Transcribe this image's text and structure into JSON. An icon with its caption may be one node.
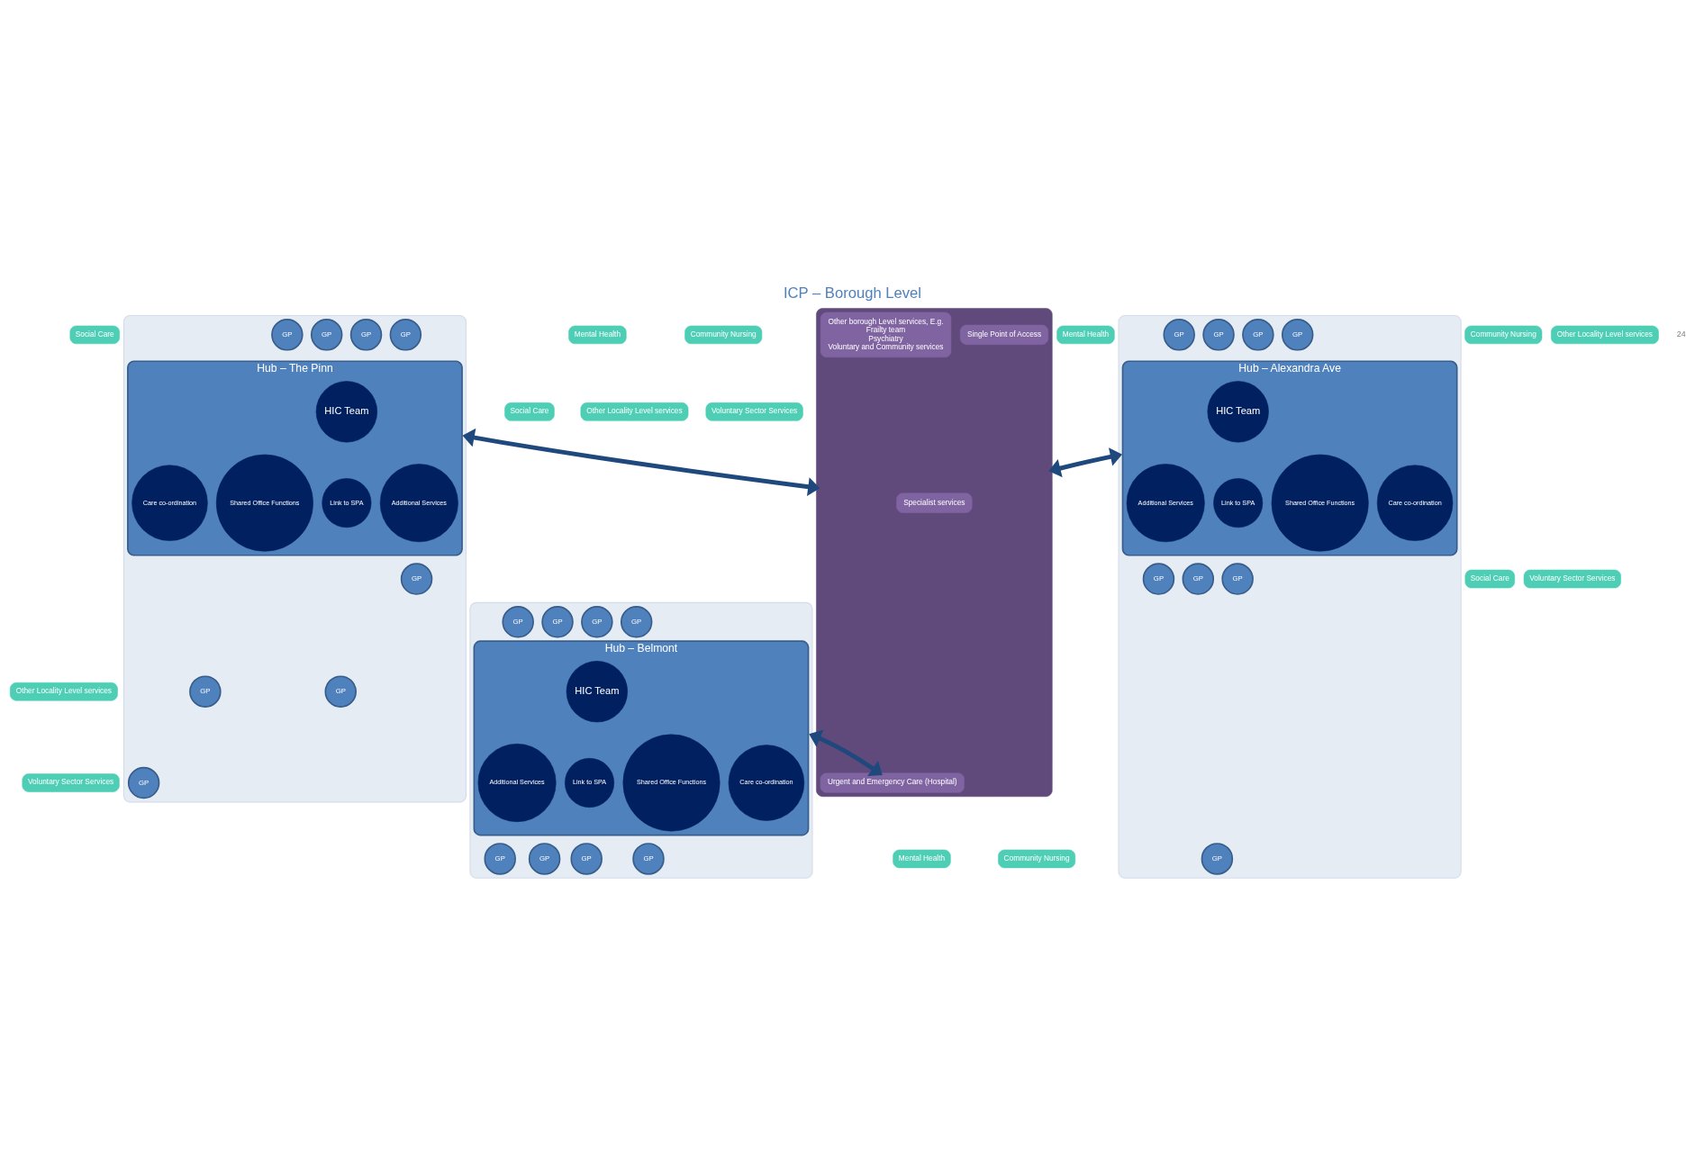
{
  "diagram": {
    "title": "ICP – Borough Level",
    "nodes": [
      {
        "text": [],
        "shape": "ellipse"
      },
      {
        "text": [
          "Hub – The Pinn"
        ],
        "in": 0
      },
      {
        "text": [
          "HIC Team"
        ],
        "in": 1
      },
      {
        "text": [
          "Care co-ordination"
        ],
        "in": 1
      },
      {
        "text": [
          "Additional Services"
        ],
        "in": 1
      },
      {
        "text": [
          "Link to SPA"
        ],
        "in": 1
      },
      {
        "text": [
          "Shared Office Functions"
        ],
        "in": 1
      },
      {
        "text": [
          "GP"
        ],
        "in": 0
      },
      {
        "text": [
          "GP"
        ],
        "in": 0
      },
      {
        "text": [
          "GP"
        ],
        "in": 0
      },
      {
        "text": [
          "GP"
        ],
        "in": 0
      },
      {
        "text": [
          "GP"
        ],
        "in": 0
      },
      {
        "text": [
          "GP"
        ],
        "in": 0
      },
      {
        "text": [
          "GP"
        ],
        "in": 0
      },
      {
        "text": [
          "GP"
        ],
        "in": 0
      },
      {
        "text": [
          "Community Nursing"
        ]
      },
      {
        "text": [
          "Mental Health"
        ]
      },
      {
        "text": [
          "Social Care"
        ]
      },
      {
        "text": [
          "Other Locality Level services"
        ]
      },
      {
        "text": [
          "Voluntary Sector Services"
        ]
      },
      {
        "text": [],
        "shape": "ellipse"
      },
      {
        "text": [
          "Hub – Alexandra Ave"
        ],
        "in": 20
      },
      {
        "text": [
          "HIC Team"
        ],
        "in": 21
      },
      {
        "text": [
          "Care co-ordination"
        ],
        "in": 21
      },
      {
        "text": [
          "Additional Services"
        ],
        "in": 21
      },
      {
        "text": [
          "Link to SPA"
        ],
        "in": 21
      },
      {
        "text": [
          "Shared Office Functions"
        ],
        "in": 21
      },
      {
        "text": [
          "GP"
        ],
        "in": 20
      },
      {
        "text": [
          "GP"
        ],
        "in": 20
      },
      {
        "text": [
          "GP"
        ],
        "in": 20
      },
      {
        "text": [
          "GP"
        ],
        "in": 20
      },
      {
        "text": [
          "GP"
        ],
        "in": 20
      },
      {
        "text": [
          "GP"
        ],
        "in": 20
      },
      {
        "text": [
          "GP"
        ],
        "in": 20
      },
      {
        "text": [
          "GP"
        ],
        "in": 20
      },
      {
        "text": [
          "Other Locality Level services"
        ]
      },
      {
        "text": [
          "Community Nursing"
        ]
      },
      {
        "text": [
          "Mental Health"
        ]
      },
      {
        "text": [
          "Social Care"
        ]
      },
      {
        "text": [
          "Voluntary Sector Services"
        ]
      },
      {
        "text": [],
        "shape": "ellipse"
      },
      {
        "text": [
          "Hub – Belmont"
        ],
        "in": 40
      },
      {
        "text": [
          "HIC Team"
        ],
        "in": 41
      },
      {
        "text": [
          "Care co-ordination"
        ],
        "in": 41
      },
      {
        "text": [
          "Additional Services"
        ],
        "in": 41
      },
      {
        "text": [
          "Link to SPA"
        ],
        "in": 41
      },
      {
        "text": [
          "Shared Office Functions"
        ],
        "in": 41
      },
      {
        "text": [
          "GP"
        ],
        "in": 40
      },
      {
        "text": [
          "GP"
        ],
        "in": 40
      },
      {
        "text": [
          "GP"
        ],
        "in": 40
      },
      {
        "text": [
          "GP"
        ],
        "in": 40
      },
      {
        "text": [
          "GP"
        ],
        "in": 40
      },
      {
        "text": [
          "GP"
        ],
        "in": 40
      },
      {
        "text": [
          "GP"
        ],
        "in": 40
      },
      {
        "text": [
          "GP"
        ],
        "in": 40
      },
      {
        "text": [
          "Social Care"
        ]
      },
      {
        "text": [
          "Other Locality Level services"
        ]
      },
      {
        "text": [
          "Voluntary Sector Services"
        ]
      },
      {
        "text": [
          "Community Nursing"
        ]
      },
      {
        "text": [
          "Mental Health"
        ]
      },
      {
        "text": [],
        "shape": "box"
      },
      {
        "text": [
          "Specialist services"
        ],
        "in": 60
      },
      {
        "text": [
          "Single Point of Access"
        ],
        "in": 60
      },
      {
        "text": [
          "Urgent and Emergency Care (Hospital)"
        ],
        "in": 60
      },
      {
        "text": [
          "Other borough Level services, E.g.",
          "Frailty team",
          "Psychiatry",
          "Voluntary and Community services"
        ],
        "in": 60
      }
    ],
    "edges": [
      {
        "from": 0,
        "to": 60,
        "arrow": "both"
      },
      {
        "from": 20,
        "to": 60,
        "arrow": "both"
      },
      {
        "from": 40,
        "to": 63,
        "arrow": "both"
      }
    ],
    "labels": [
      "24"
    ]
  }
}
